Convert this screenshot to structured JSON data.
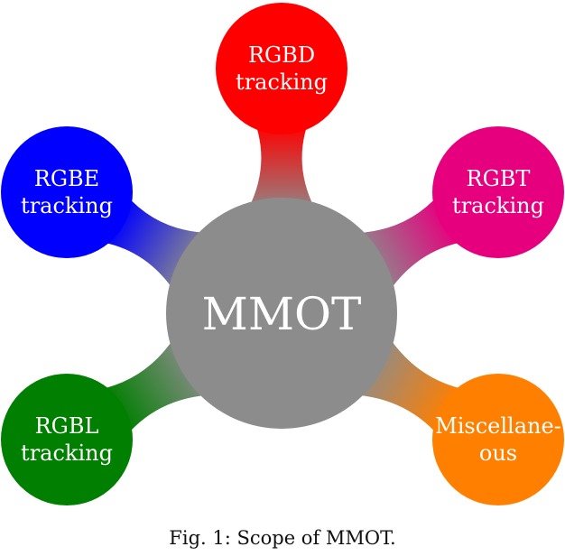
{
  "center": {
    "label": "MMOT",
    "color": "#8c8c8c"
  },
  "nodes": [
    {
      "id": "rgbd",
      "lines": [
        "RGBD",
        "tracking"
      ],
      "color": "#ff0000"
    },
    {
      "id": "rgbt",
      "lines": [
        "RGBT",
        "tracking"
      ],
      "color": "#e6007e"
    },
    {
      "id": "misc",
      "lines": [
        "Miscellane-",
        "ous"
      ],
      "color": "#ff7f00"
    },
    {
      "id": "rgbl",
      "lines": [
        "RGBL",
        "tracking"
      ],
      "color": "#007f00"
    },
    {
      "id": "rgbe",
      "lines": [
        "RGBE",
        "tracking"
      ],
      "color": "#0000ff"
    }
  ],
  "caption": "Fig. 1: Scope of MMOT."
}
